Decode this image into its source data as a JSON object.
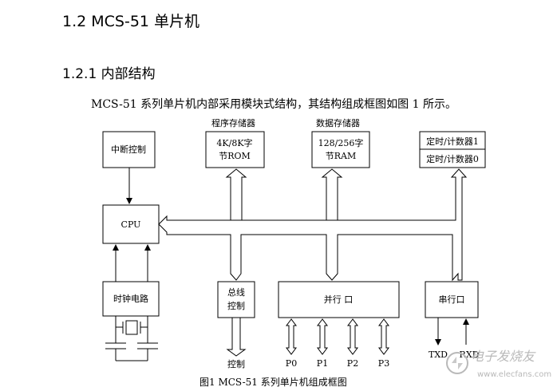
{
  "heading": "1.2 MCS-51 单片机",
  "subheading": "1.2.1 内部结构",
  "intro": "MCS-51 系列单片机内部采用模块式结构，其结构组成框图如图 1 所示。",
  "diagram": {
    "label_program_memory": "程序存储器",
    "label_data_memory": "数据存储器",
    "interrupt_box": "中断控制",
    "rom_line1": "4K/8K字",
    "rom_line2": "节ROM",
    "ram_line1": "128/256字",
    "ram_line2": "节RAM",
    "timer1": "定时/计数器1",
    "timer0": "定时/计数器0",
    "cpu": "CPU",
    "clock": "时钟电路",
    "bus_line1": "总线",
    "bus_line2": "控制",
    "parallel": "并行 口",
    "serial": "串行口",
    "bus_output": "控制",
    "ports": [
      "P0",
      "P1",
      "P2",
      "P3"
    ],
    "txd": "TXD",
    "rxd": "RXD",
    "caption": "图1  MCS-51 系列单片机组成框图"
  },
  "watermark": "电子发烧友",
  "watermark_url": "www.elecfans.com"
}
